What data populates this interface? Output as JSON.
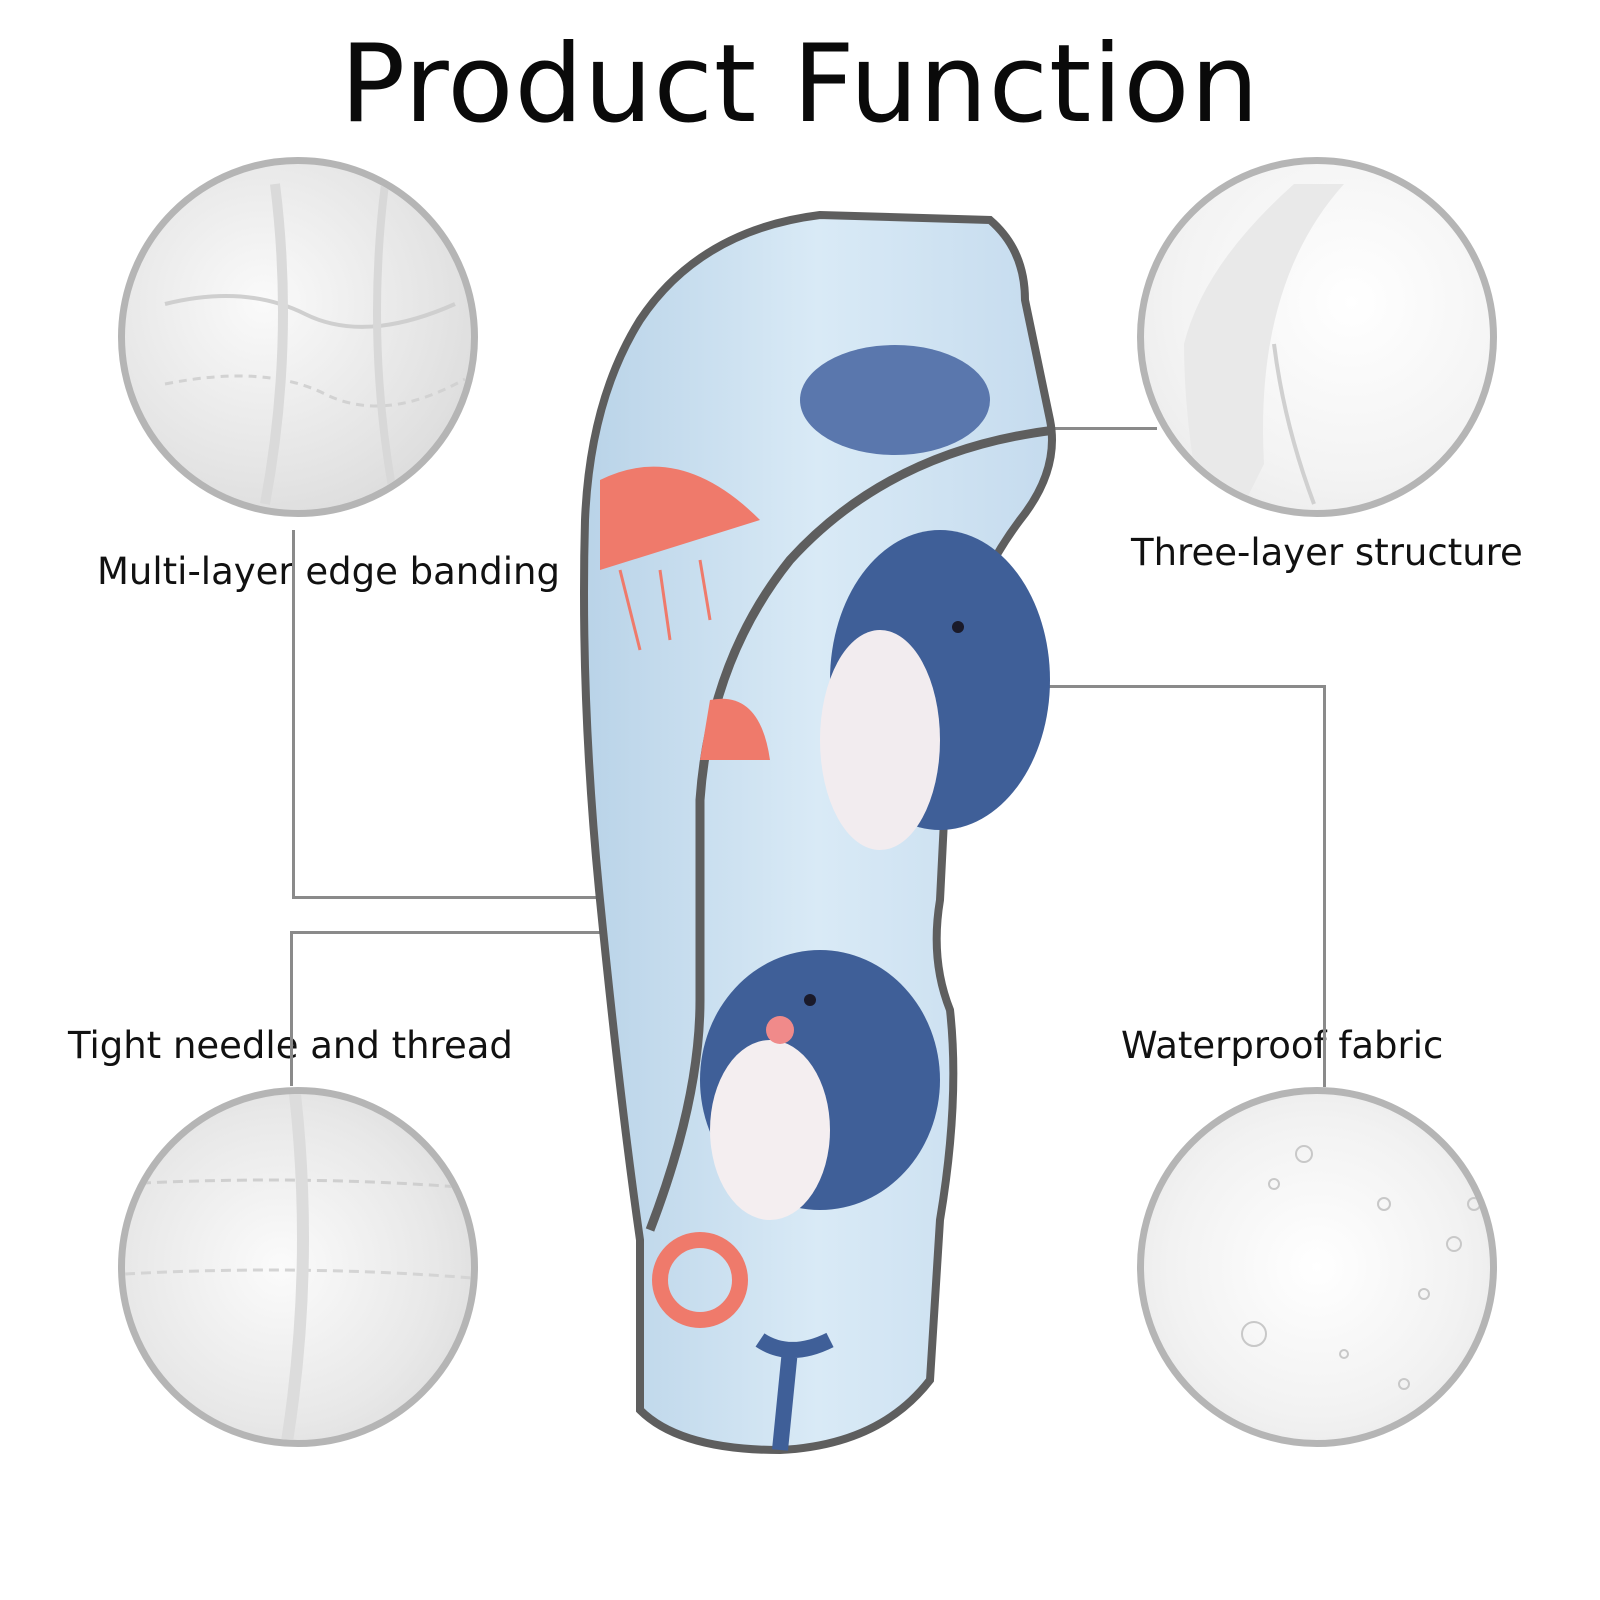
{
  "title": "Product Function",
  "features": {
    "edge_banding": "Multi-layer edge banding",
    "three_layer": "Three-layer structure",
    "needle_thread": "Tight needle and thread",
    "waterproof": "Waterproof fabric"
  },
  "colors": {
    "fabric": "#cfe3f2",
    "trim": "#5e5e5e",
    "whale": "#3f5f98",
    "jellyfish": "#ef7a6b",
    "circle_border": "#b5b5b5"
  }
}
